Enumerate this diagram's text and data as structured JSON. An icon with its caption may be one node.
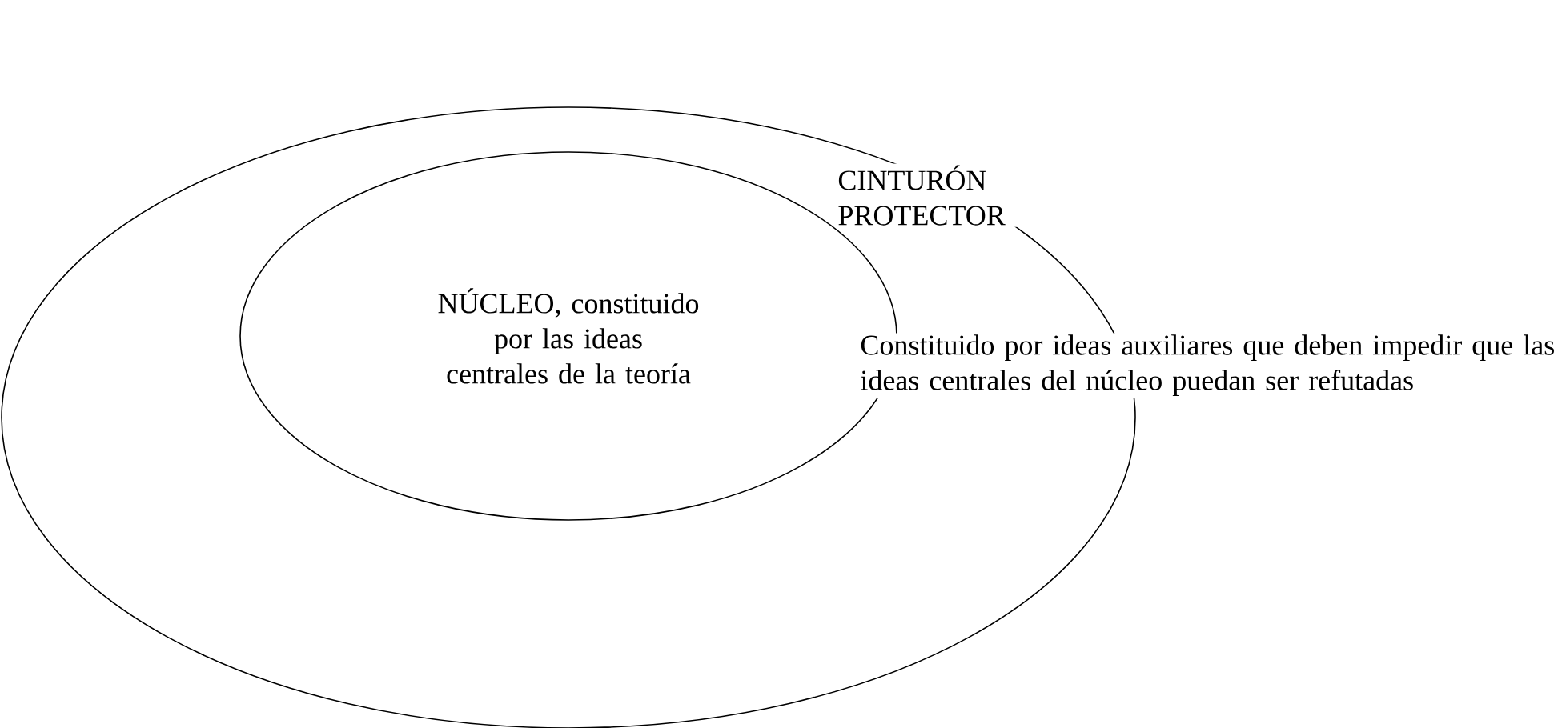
{
  "diagram": {
    "nodes": [
      {
        "text": [
          "CINTURÓN PROTECTOR",
          "Constituido por ideas auxiliares que deben impedir que las ideas centrales del núcleo puedan ser refutadas"
        ]
      },
      {
        "text": [
          "NÚCLEO, constituido por las ideas centrales de la teoría"
        ],
        "in": 0
      }
    ]
  }
}
